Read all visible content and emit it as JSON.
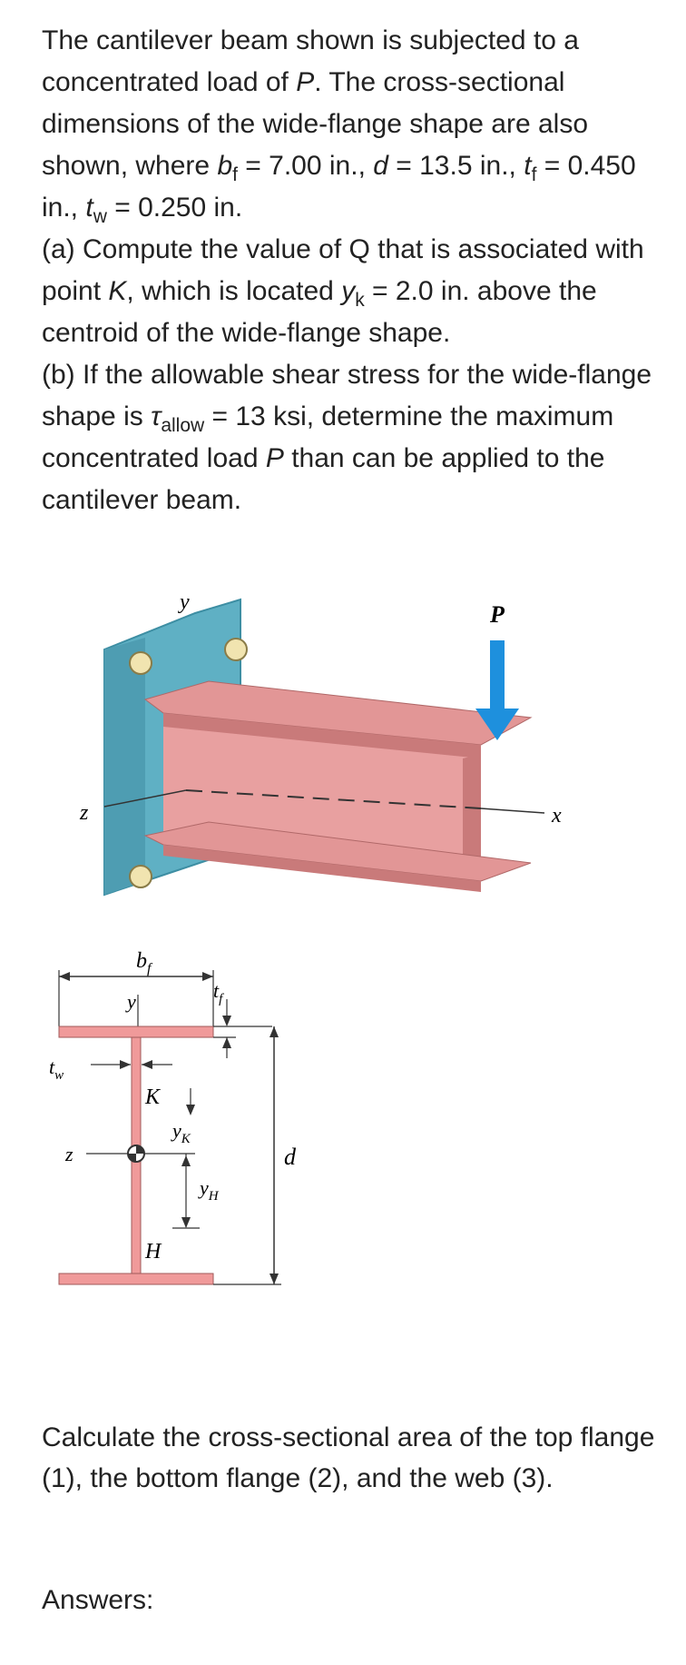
{
  "problem": {
    "intro_a": "The cantilever beam shown is subjected to a concentrated load of ",
    "P": "P",
    "intro_b": ". The cross-sectional dimensions of the wide-flange shape are also shown, where ",
    "bf_sym": "b",
    "bf_sub": "f",
    "bf_val": " = 7.00 in., ",
    "d_sym": "d",
    "d_val": " = 13.5 in., ",
    "tf_sym": "t",
    "tf_sub": "f",
    "tf_val": " = 0.450 in., ",
    "tw_sym": "t",
    "tw_sub": "w",
    "tw_val": " = 0.250 in.",
    "part_a_1": "(a) Compute the value of Q that is associated with point ",
    "K": "K",
    "part_a_2": ", which is located ",
    "yk_sym": "y",
    "yk_sub": "k",
    "part_a_3": " = 2.0 in. above the centroid of the wide-flange shape.",
    "part_b_1": "(b) If the allowable shear stress for the wide-flange shape is ",
    "allow_stress": "τ",
    "allow_sub": "allow",
    "allow_val": " = 13 ksi, determine the maximum concentrated load ",
    "P2": "P",
    "part_b_2": " than can be applied to the cantilever beam."
  },
  "figure": {
    "labels": {
      "y": "y",
      "P": "P",
      "z": "z",
      "x": "x",
      "bf": "b",
      "bf_sub": "f",
      "y2": "y",
      "tf": "t",
      "tf_sub": "f",
      "tw": "t",
      "tw_sub": "w",
      "K": "K",
      "yK": "y",
      "yK_sub": "K",
      "z2": "z",
      "d": "d",
      "yH": "y",
      "yH_sub": "H",
      "H": "H"
    },
    "colors": {
      "plate": "#5fb0c4",
      "beam": "#e8a0a0",
      "beam_dark": "#c97a7a",
      "arrow": "#1e90dd",
      "section": "#f09a9a"
    }
  },
  "question": "Calculate the cross-sectional area of the top flange (1), the bottom flange (2), and the web (3).",
  "answers_label": "Answers:"
}
